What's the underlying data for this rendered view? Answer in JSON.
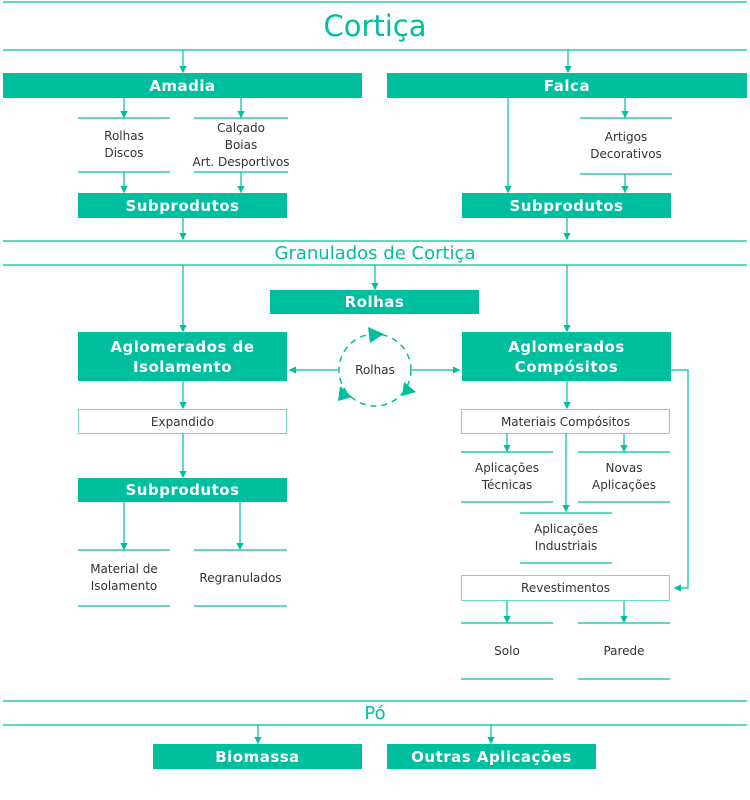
{
  "title": "Cortiça",
  "accent": "#00bf9f",
  "amadia": {
    "label": "Amadia",
    "box1": "Rolhas\nDiscos",
    "box2": "Calçado\nBoias\nArt. Desportivos",
    "sub": "Subprodutos"
  },
  "falca": {
    "label": "Falca",
    "box1": "Artigos\nDecorativos",
    "sub": "Subprodutos"
  },
  "granulados": {
    "label": "Granulados de Cortiça",
    "rolhas": "Rolhas",
    "cycle": "Rolhas"
  },
  "isolamento": {
    "label": "Aglomerados de\nIsolamento",
    "expandido": "Expandido",
    "sub": "Subprodutos",
    "out1": "Material de\nIsolamento",
    "out2": "Regranulados"
  },
  "compositos": {
    "label": "Aglomerados\nCompósitos",
    "materiais": "Materiais Compósitos",
    "tecnicas": "Aplicações\nTécnicas",
    "novas": "Novas\nAplicações",
    "industriais": "Aplicações\nIndustriais",
    "revestimentos": "Revestimentos",
    "solo": "Solo",
    "parede": "Parede"
  },
  "po": {
    "label": "Pó",
    "biomassa": "Biomassa",
    "outras": "Outras Aplicações"
  }
}
